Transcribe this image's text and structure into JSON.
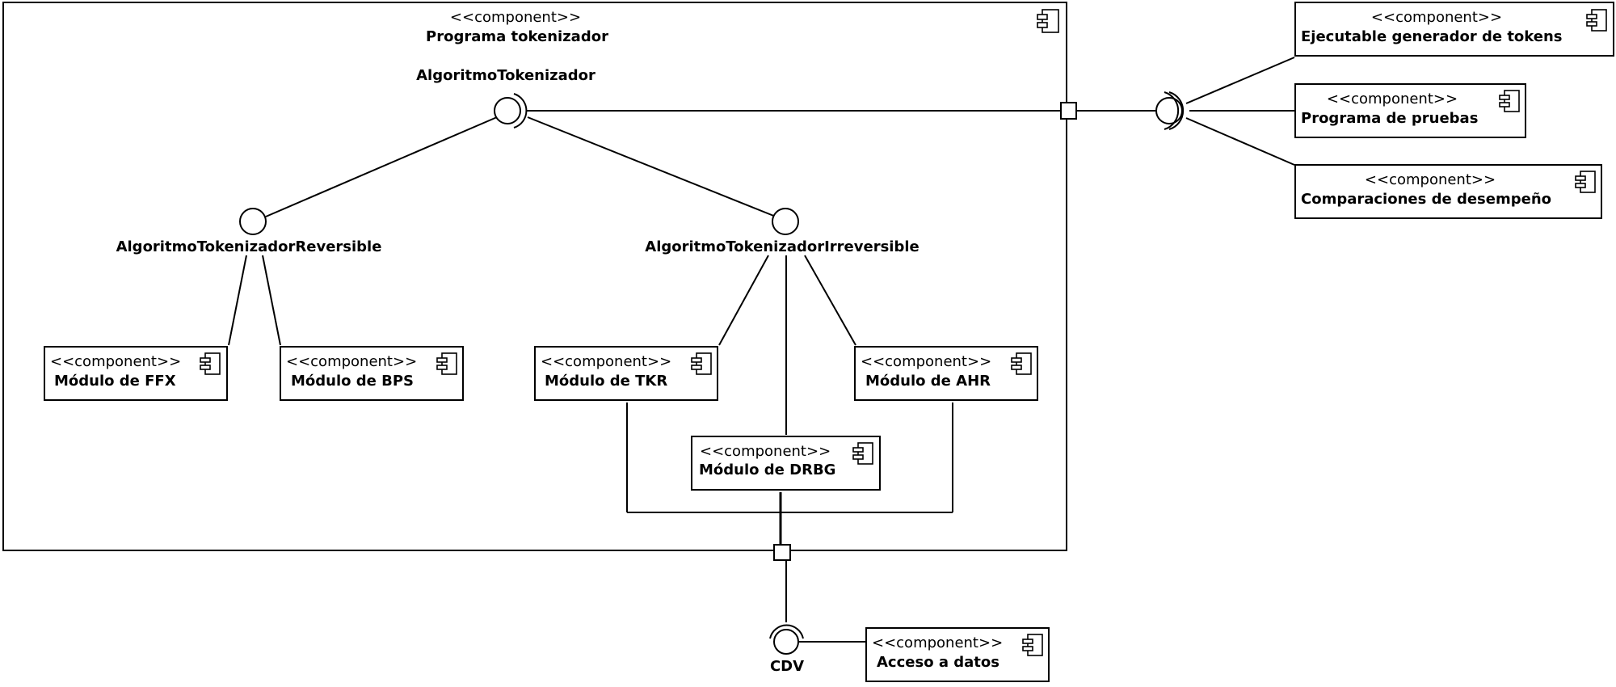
{
  "stereotype": "<<component>>",
  "main_component": {
    "name": "Programa tokenizador"
  },
  "interfaces": {
    "tokenizer": "AlgoritmoTokenizador",
    "reversible": "AlgoritmoTokenizadorReversible",
    "irreversible": "AlgoritmoTokenizadorIrreversible",
    "cdv": "CDV"
  },
  "modules": {
    "ffx": "Módulo de FFX",
    "bps": "Módulo de BPS",
    "tkr": "Módulo de TKR",
    "ahr": "Módulo de AHR",
    "drbg": "Módulo de DRBG"
  },
  "external_components": {
    "token_generator": "Ejecutable generador de tokens",
    "test_program": "Programa de pruebas",
    "performance": "Comparaciones de desempeño",
    "data_access": "Acceso a datos"
  }
}
